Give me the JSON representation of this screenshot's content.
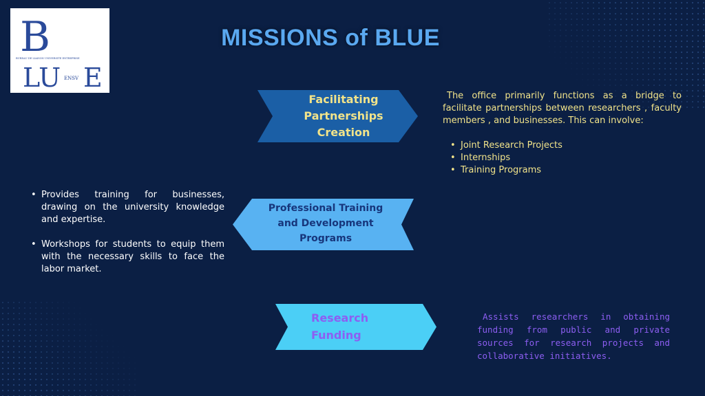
{
  "logo": {
    "letters": "BLUE",
    "tagline": "BUREAU DE LIAISON UNIVERSITE ENTREPRISE",
    "school": "ENSV"
  },
  "title": "MISSIONS of BLUE",
  "missions": [
    {
      "label_lines": [
        "Facilitating",
        "Partnerships",
        "Creation"
      ],
      "description": "The office primarily functions as a bridge to facilitate partnerships between researchers , faculty members , and businesses. This can involve:",
      "bullets": [
        "Joint Research Projects",
        "Internships",
        "Training Programs"
      ],
      "fill": "#1b5fa6",
      "text_color": "#f1e38a"
    },
    {
      "label_lines": [
        "Professional Training",
        "and Development",
        "Programs"
      ],
      "bullets": [
        "Provides training for businesses, drawing on the university knowledge and expertise.",
        "Workshops for students to equip them with the necessary skills to face the labor market."
      ],
      "fill": "#58b2f2",
      "text_color": "#17367c"
    },
    {
      "label_lines": [
        "Research",
        "Funding"
      ],
      "description": "Assists researchers in obtaining funding from public and private sources for research projects and collaborative initiatives.",
      "fill": "#4bcff6",
      "text_color": "#8d5ef2"
    }
  ]
}
